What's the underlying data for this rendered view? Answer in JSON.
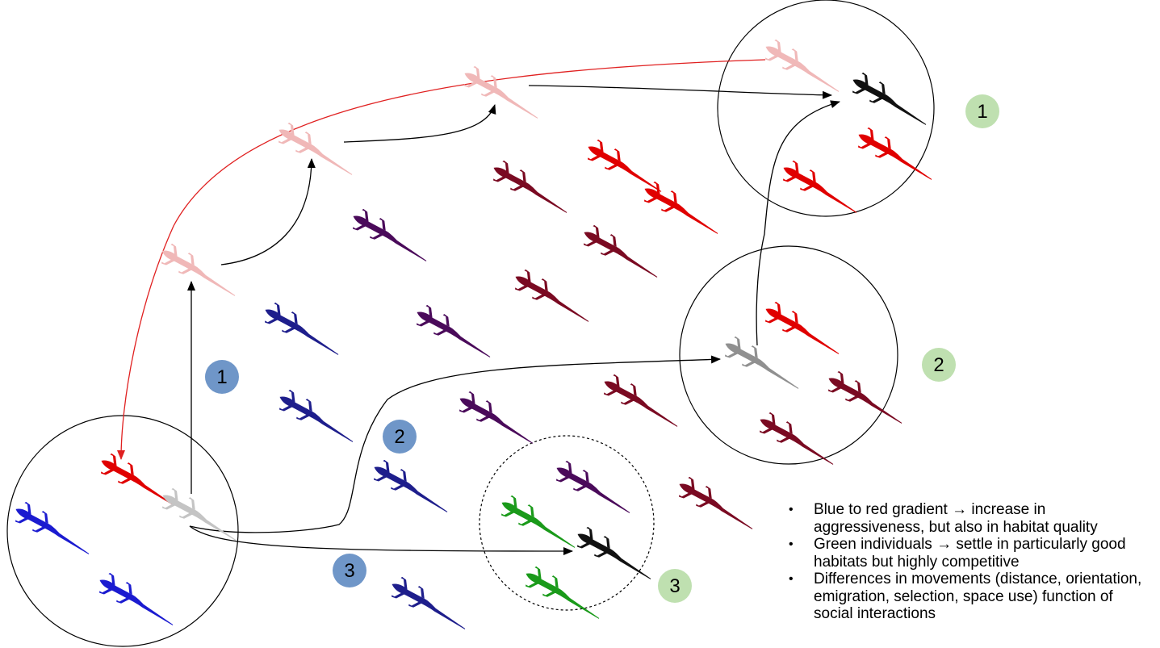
{
  "colors": {
    "blue": "#1b1bd0",
    "dark_blue": "#1e1e8c",
    "purple": "#4a0a5a",
    "dark_red": "#7a0a22",
    "red": "#e00000",
    "pale_red": "#f0b8b8",
    "grey": "#909090",
    "light_grey": "#c4c4c4",
    "black": "#111111",
    "green": "#1a9a1a",
    "blue_badge": "#6f96c8",
    "green_badge": "#bfe0b0",
    "arrow": "#000000",
    "red_arrow": "#e02020"
  },
  "icons": {
    "lizard": "lizard-icon",
    "arrow": "arrow-icon"
  },
  "blue_badges": [
    "1",
    "2",
    "3"
  ],
  "green_badges": [
    "1",
    "2",
    "3"
  ],
  "notes": [
    {
      "bullet": "•",
      "text": "Blue to red gradient → increase in aggressiveness, but also in habitat quality"
    },
    {
      "bullet": "•",
      "text": "Green individuals → settle in particularly good habitats but highly competitive"
    },
    {
      "bullet": "•",
      "text": "Differences in movements (distance, orientation, emigration, selection, space use) function of social interactions"
    }
  ]
}
